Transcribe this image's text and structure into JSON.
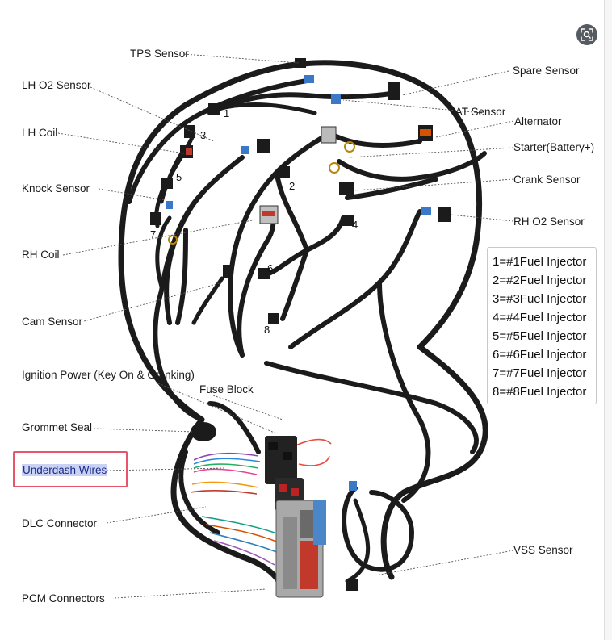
{
  "labels": {
    "tps_sensor": "TPS Sensor",
    "lh_o2_sensor": "LH O2 Sensor",
    "lh_coil": "LH Coil",
    "knock_sensor": "Knock Sensor",
    "rh_coil": "RH Coil",
    "cam_sensor": "Cam Sensor",
    "ignition_power": "Ignition Power (Key On & Cranking)",
    "fuse_block": "Fuse Block",
    "grommet_seal": "Grommet Seal",
    "underdash_wires": "Underdash Wires",
    "dlc_connector": "DLC Connector",
    "pcm_connectors": "PCM Connectors",
    "spare_sensor": "Spare Sensor",
    "iat_sensor": "IAT Sensor",
    "alternator": "Alternator",
    "starter": "Starter(Battery+)",
    "crank_sensor": "Crank Sensor",
    "rh_o2_sensor": "RH O2 Sensor",
    "vss_sensor": "VSS Sensor"
  },
  "injector_numbers": [
    "1",
    "2",
    "3",
    "4",
    "5",
    "6",
    "7",
    "8"
  ],
  "legend": [
    "1=#1Fuel Injector",
    "2=#2Fuel Injector",
    "3=#3Fuel Injector",
    "4=#4Fuel Injector",
    "5=#5Fuel Injector",
    "6=#6Fuel Injector",
    "7=#7Fuel Injector",
    "8=#8Fuel Injector"
  ],
  "colors": {
    "harness": "#1b1b1b",
    "highlight": "#e8546b",
    "selection": "#c9d2f2",
    "connector_blue": "#3b78c8"
  },
  "icons": {
    "lens_button": "visual-search-icon"
  }
}
